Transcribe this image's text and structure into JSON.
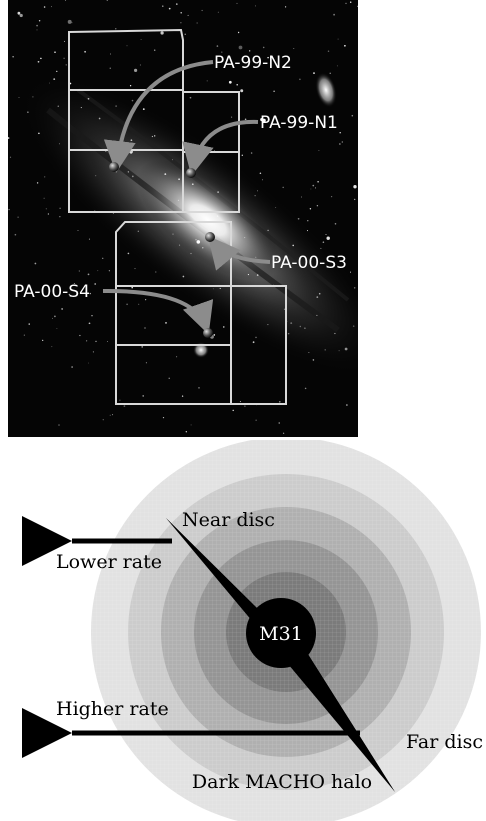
{
  "photo": {
    "fields": [
      {
        "id": "n2",
        "label": "PA-99-N2"
      },
      {
        "id": "n1",
        "label": "PA-99-N1"
      },
      {
        "id": "s3",
        "label": "PA-00-S3"
      },
      {
        "id": "s4",
        "label": "PA-00-S4"
      }
    ]
  },
  "diagram": {
    "center_label": "M31",
    "near_disc": "Near disc",
    "far_disc": "Far disc",
    "lower_rate": "Lower rate",
    "higher_rate": "Higher rate",
    "halo_label": "Dark MACHO halo"
  },
  "colors": {
    "sky": "#050505",
    "field_outline": "#d9d9d9",
    "pointer_arrow": "#8c8c8c",
    "halo_outer": "#e2e2e2",
    "halo_core": "#000000"
  }
}
